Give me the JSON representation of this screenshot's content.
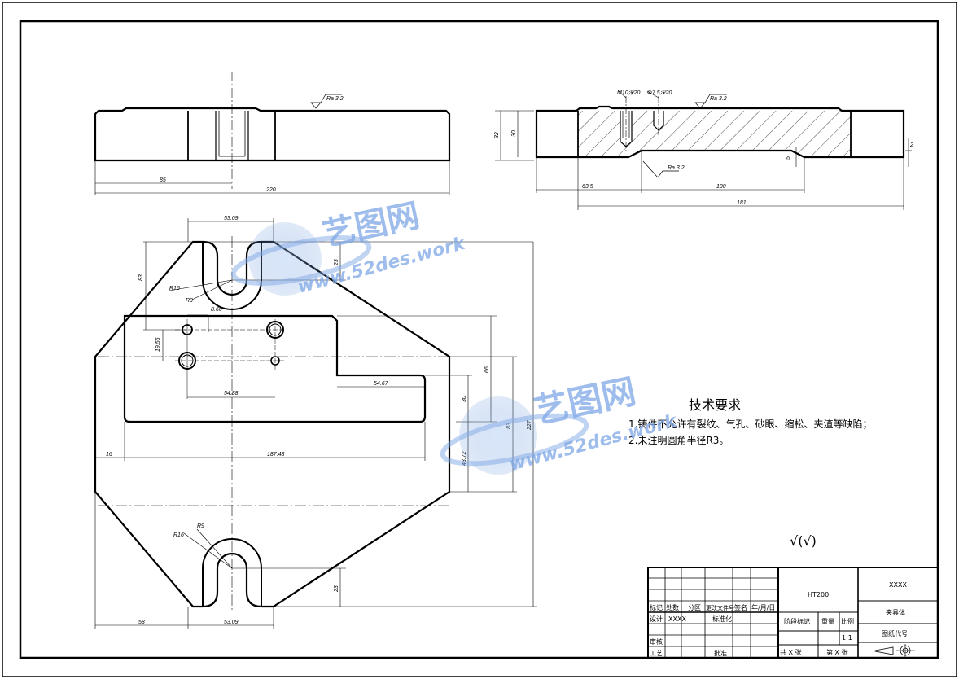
{
  "tech_requirements": {
    "title": "技术要求",
    "lines": [
      "1.铸件不允许有裂纹、气孔、砂眼、缩松、夹渣等缺陷；",
      "2.未注明圆角半径R3。"
    ]
  },
  "roughness_symbol": "√(√)",
  "watermark": {
    "brand": "艺图网",
    "url": "www.52des.work"
  },
  "dims": {
    "ra1": "Ra 3.2",
    "ra2": "Ra 3.2",
    "ra3": "Ra 3.2",
    "d85": "85",
    "d220": "220",
    "d32": "32",
    "d30": "30",
    "d2": "2",
    "d5": "5",
    "d63_5": "63.5",
    "d100": "100",
    "d181": "181",
    "thread1": "M10深20",
    "thread2": "Φ7.5深20",
    "d53_09_top": "53.09",
    "d53_09_bot": "53.09",
    "d83": "83",
    "d23_top": "23",
    "d23_bot": "23",
    "r16_top": "R16",
    "r9_top": "R9",
    "r16_bot": "R16",
    "r9_bot": "R9",
    "d8_66": "8.66",
    "d19_56": "19.56",
    "d54_88": "54.88",
    "d54_67": "54.67",
    "d16": "16",
    "d187_48": "187.48",
    "d66": "66",
    "d30v": "30",
    "d43_72": "43.72",
    "d83v": "83",
    "d227": "227",
    "d58": "58"
  },
  "title_block": {
    "material": "HT200",
    "company": "XXXX",
    "part_name": "夹具体",
    "drawing_no_label": "图纸代号",
    "col_mark": "标记",
    "col_count": "处数",
    "col_zone": "分区",
    "col_change_doc": "更改文件号",
    "col_sign": "签名",
    "col_date": "年/月/日",
    "design": "设计",
    "design_name": "XXXX",
    "standardize": "标准化",
    "check": "审核",
    "process": "工艺",
    "approve": "批准",
    "stage_mark": "阶段标记",
    "weight": "重量",
    "scale_label": "比例",
    "scale_value": "1:1",
    "sheets_total": "共 X 张",
    "sheet_no": "第 X 张"
  }
}
